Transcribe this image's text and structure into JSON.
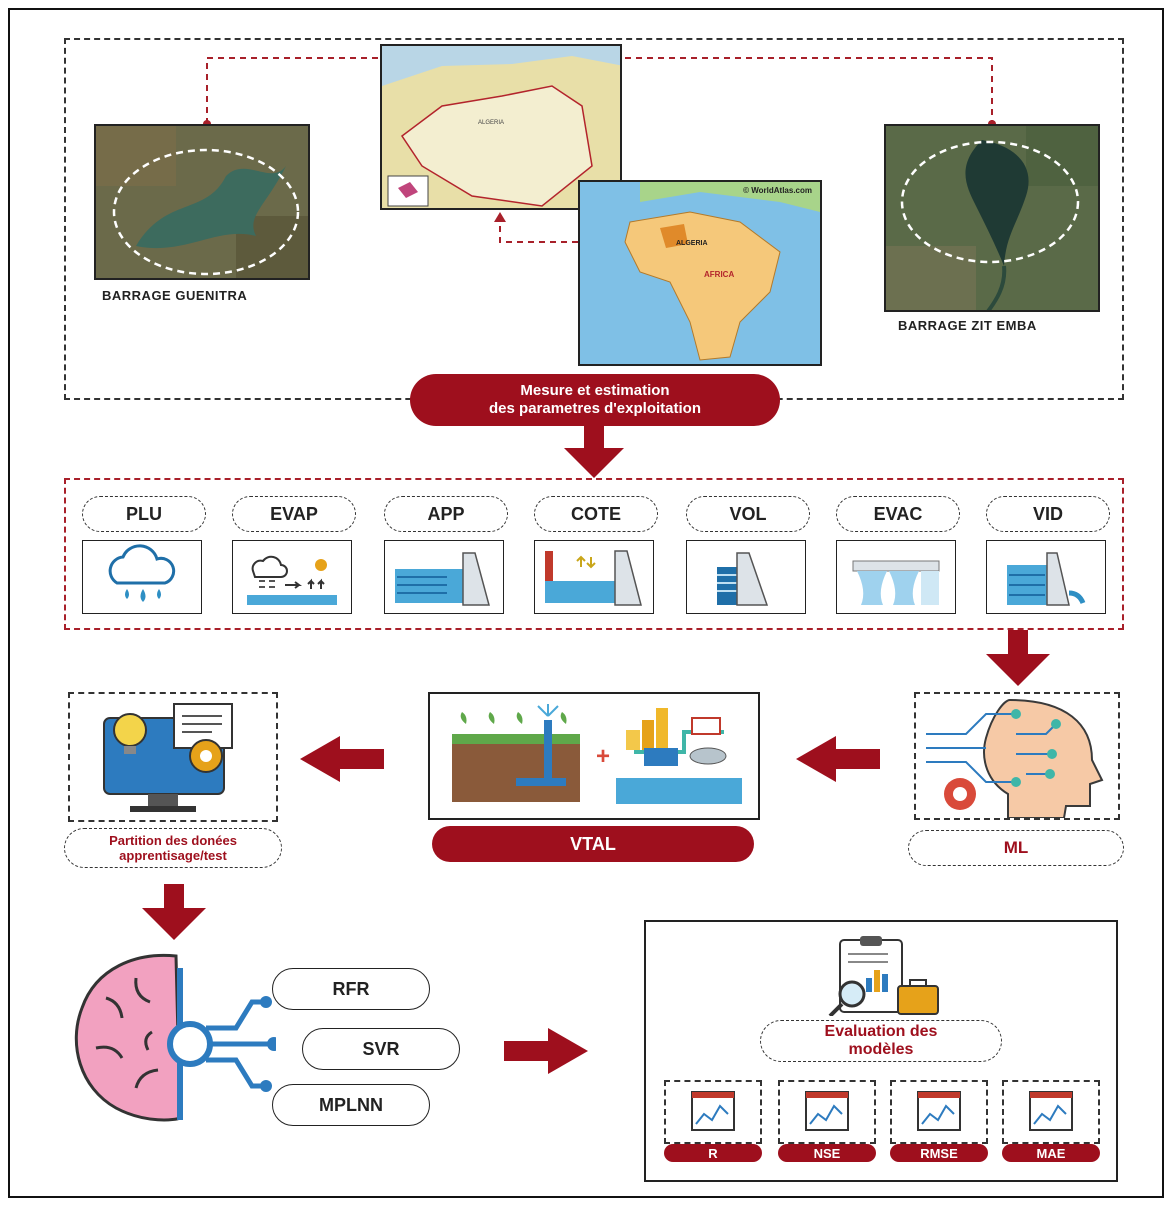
{
  "top": {
    "site_left": "BARRAGE GUENITRA",
    "site_right": "BARRAGE ZIT EMBA",
    "map_credit": "© WorldAtlas.com",
    "map_algeria": "ALGERIA",
    "map_africa": "AFRICA",
    "banner_line1": "Mesure et estimation",
    "banner_line2": "des parametres d'exploitation"
  },
  "parameters": [
    {
      "label": "PLU",
      "icon": "rain-cloud-icon"
    },
    {
      "label": "EVAP",
      "icon": "evaporation-icon"
    },
    {
      "label": "APP",
      "icon": "inflow-dam-icon"
    },
    {
      "label": "COTE",
      "icon": "water-level-icon"
    },
    {
      "label": "VOL",
      "icon": "reservoir-volume-icon"
    },
    {
      "label": "EVAC",
      "icon": "spillway-icon"
    },
    {
      "label": "VID",
      "icon": "drain-icon"
    }
  ],
  "middle": {
    "ml_label": "ML",
    "vtal_label": "VTAL",
    "plus": "+",
    "partition_line1": "Partition des donées",
    "partition_line2": "apprentisage/test"
  },
  "models": [
    "RFR",
    "SVR",
    "MPLNN"
  ],
  "evaluation": {
    "title_line1": "Evaluation des",
    "title_line2": "modèles",
    "metrics": [
      "R",
      "NSE",
      "RMSE",
      "MAE"
    ]
  },
  "colors": {
    "accent": "#9e0f1d",
    "water": "#2e8fc4",
    "brain": "#f2a1c0"
  }
}
